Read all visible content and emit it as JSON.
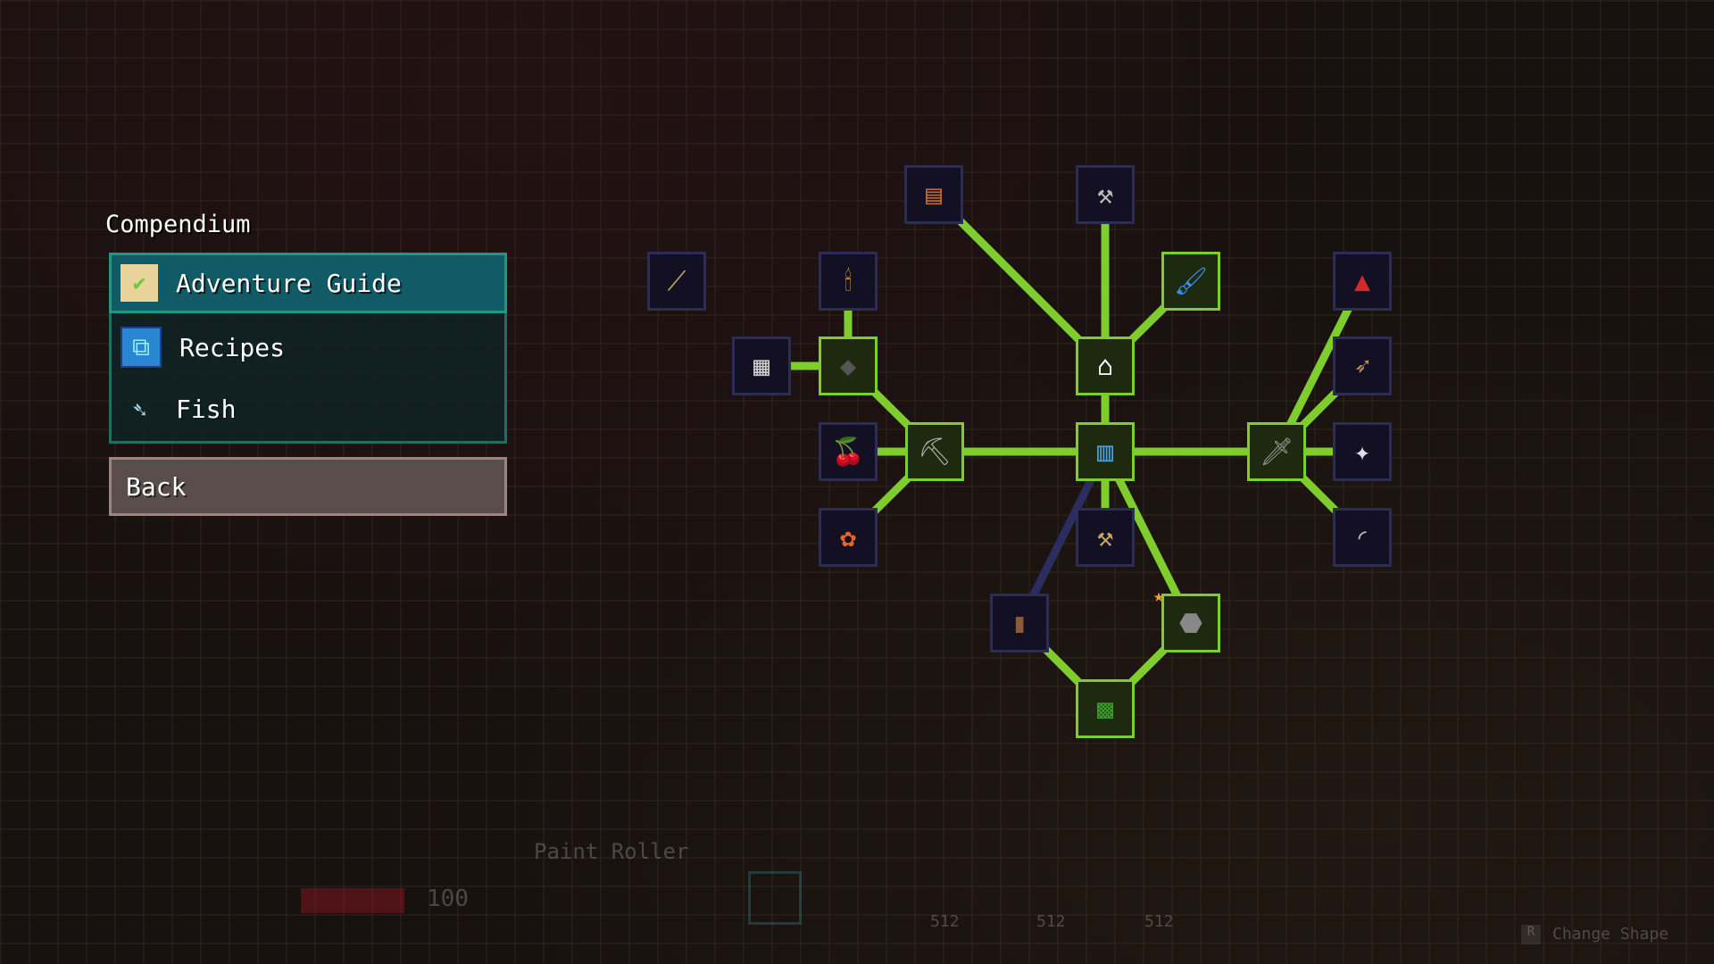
{
  "menu": {
    "title": "Compendium",
    "items": [
      {
        "label": "Adventure Guide",
        "icon": "book-icon",
        "selected": true
      },
      {
        "label": "Recipes",
        "icon": "recipes-icon",
        "selected": false
      },
      {
        "label": "Fish",
        "icon": "fish-icon",
        "selected": false
      }
    ],
    "back_label": "Back"
  },
  "tree": {
    "nodes": [
      {
        "id": "fishing-rod",
        "glyph": "⟋",
        "unlocked": false
      },
      {
        "id": "torch",
        "glyph": "🕯",
        "unlocked": false
      },
      {
        "id": "furnace",
        "glyph": "▦",
        "unlocked": false
      },
      {
        "id": "coal",
        "glyph": "◆",
        "unlocked": true
      },
      {
        "id": "berry",
        "glyph": "🍒",
        "unlocked": false
      },
      {
        "id": "pickaxe",
        "glyph": "⛏",
        "unlocked": true
      },
      {
        "id": "flower",
        "glyph": "✿",
        "unlocked": false
      },
      {
        "id": "crafting-table",
        "glyph": "▤",
        "unlocked": false
      },
      {
        "id": "hammer",
        "glyph": "⚒",
        "unlocked": false
      },
      {
        "id": "paint-brush",
        "glyph": "🖌",
        "unlocked": true
      },
      {
        "id": "house",
        "glyph": "⌂",
        "unlocked": true
      },
      {
        "id": "workbench",
        "glyph": "▥",
        "unlocked": true
      },
      {
        "id": "sword",
        "glyph": "🗡",
        "unlocked": true
      },
      {
        "id": "helmet",
        "glyph": "▲",
        "unlocked": false
      },
      {
        "id": "bow",
        "glyph": "➶",
        "unlocked": false
      },
      {
        "id": "shuriken",
        "glyph": "✦",
        "unlocked": false
      },
      {
        "id": "boomerang",
        "glyph": "◜",
        "unlocked": false
      },
      {
        "id": "hammer-2",
        "glyph": "⚒",
        "unlocked": false
      },
      {
        "id": "wood",
        "glyph": "▮",
        "unlocked": false
      },
      {
        "id": "stone",
        "glyph": "⬣",
        "unlocked": true
      },
      {
        "id": "dirt-block",
        "glyph": "▩",
        "unlocked": true
      }
    ]
  },
  "hud": {
    "item_name": "Paint Roller",
    "health": "100",
    "stack_counts": [
      "512",
      "512",
      "512"
    ],
    "hint_key": "R",
    "hint_label": "Change Shape"
  },
  "colors": {
    "line_unlocked": "#7fcc2d",
    "line_locked": "#2b2d60",
    "accent": "#115b66"
  }
}
